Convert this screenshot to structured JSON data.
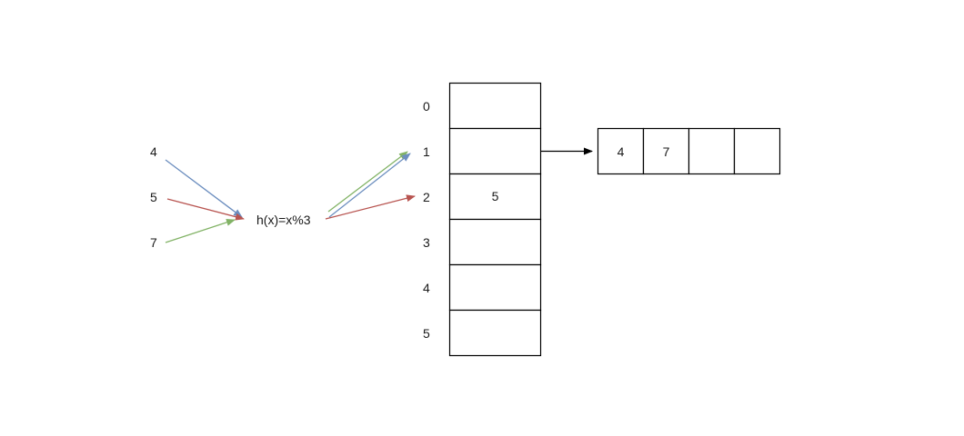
{
  "inputs": [
    "4",
    "5",
    "7"
  ],
  "hash_function": "h(x)=x%3",
  "table": {
    "indices": [
      "0",
      "1",
      "2",
      "3",
      "4",
      "5"
    ],
    "values": [
      "",
      "",
      "5",
      "",
      "",
      ""
    ]
  },
  "chain": {
    "values": [
      "4",
      "7",
      "",
      ""
    ]
  },
  "colors": {
    "blue": "#6c8ebf",
    "red": "#b85450",
    "green": "#82b366",
    "black": "#000000"
  }
}
